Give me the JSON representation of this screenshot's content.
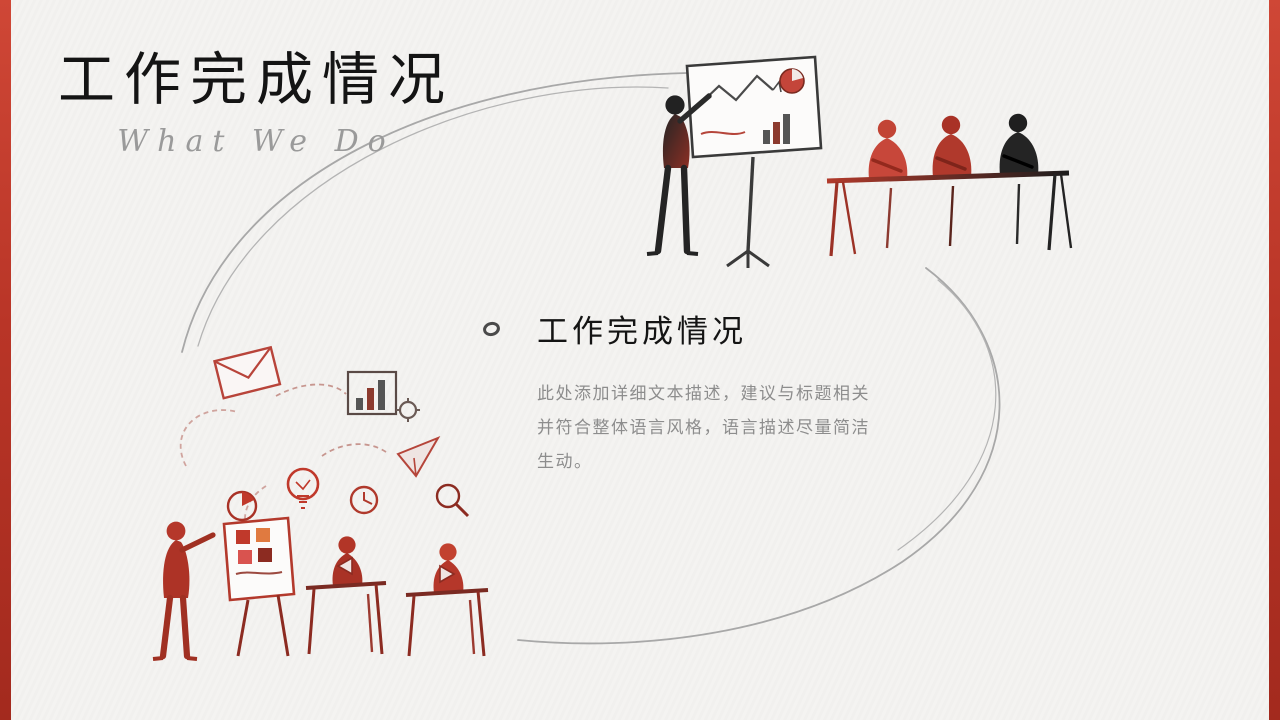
{
  "slide": {
    "background_color": "#f4f3f1",
    "accent_color": "#b93527",
    "arc_color": "#a8a8a8",
    "text_dark": "#141414",
    "text_gray": "#8d8d8d"
  },
  "header": {
    "title": "工作完成情况",
    "subtitle": "What We Do"
  },
  "section": {
    "heading": "工作完成情况",
    "body": "此处添加详细文本描述，建议与标题相关并符合整体语言风格，语言描述尽量简洁生动。",
    "bullet_icon": "circle-outline"
  },
  "icons": {
    "bullet": "hand-drawn-circle-outline",
    "top_right_illustration": [
      "whiteboard-with-charts",
      "presenter-figure",
      "audience-at-table"
    ],
    "bottom_left_illustration": [
      "envelope",
      "bar-chart",
      "lightbulb",
      "clock",
      "pie-chart",
      "paper-plane",
      "magnifier",
      "flipchart-easel",
      "presenter-figure",
      "workers-at-desks"
    ]
  }
}
